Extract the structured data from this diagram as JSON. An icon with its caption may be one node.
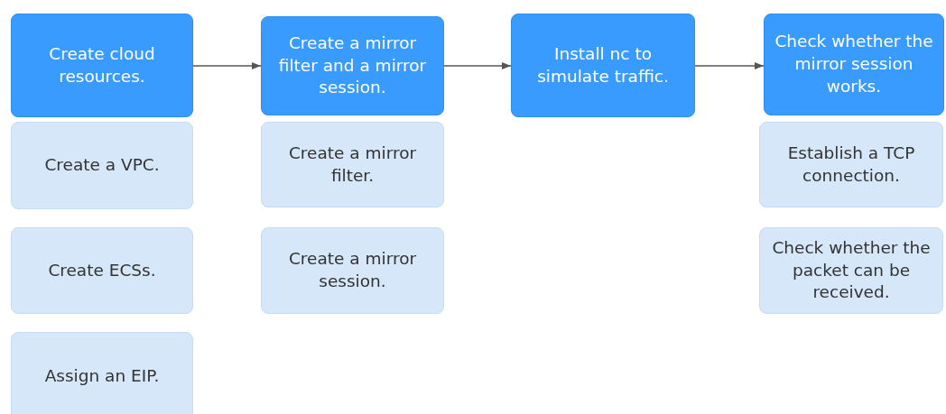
{
  "diagram": {
    "nodes": [
      {
        "text": [
          "Create cloud resources."
        ]
      },
      {
        "text": [
          "Create a mirror filter and a mirror session."
        ]
      },
      {
        "text": [
          "Install nc to simulate traffic."
        ]
      },
      {
        "text": [
          "Check whether the mirror session works."
        ]
      },
      {
        "text": [
          "Create a VPC."
        ]
      },
      {
        "text": [
          "Create ECSs."
        ]
      },
      {
        "text": [
          "Assign an EIP."
        ]
      },
      {
        "text": [
          "Create a mirror filter."
        ]
      },
      {
        "text": [
          "Create a mirror session."
        ]
      },
      {
        "text": [
          "Establish a TCP connection."
        ]
      },
      {
        "text": [
          "Check whether the packet can be received."
        ]
      }
    ],
    "edges": [
      {
        "from": 0,
        "to": 1,
        "arrow": "to"
      },
      {
        "from": 1,
        "to": 2,
        "arrow": "to"
      },
      {
        "from": 2,
        "to": 3,
        "arrow": "to"
      }
    ]
  }
}
